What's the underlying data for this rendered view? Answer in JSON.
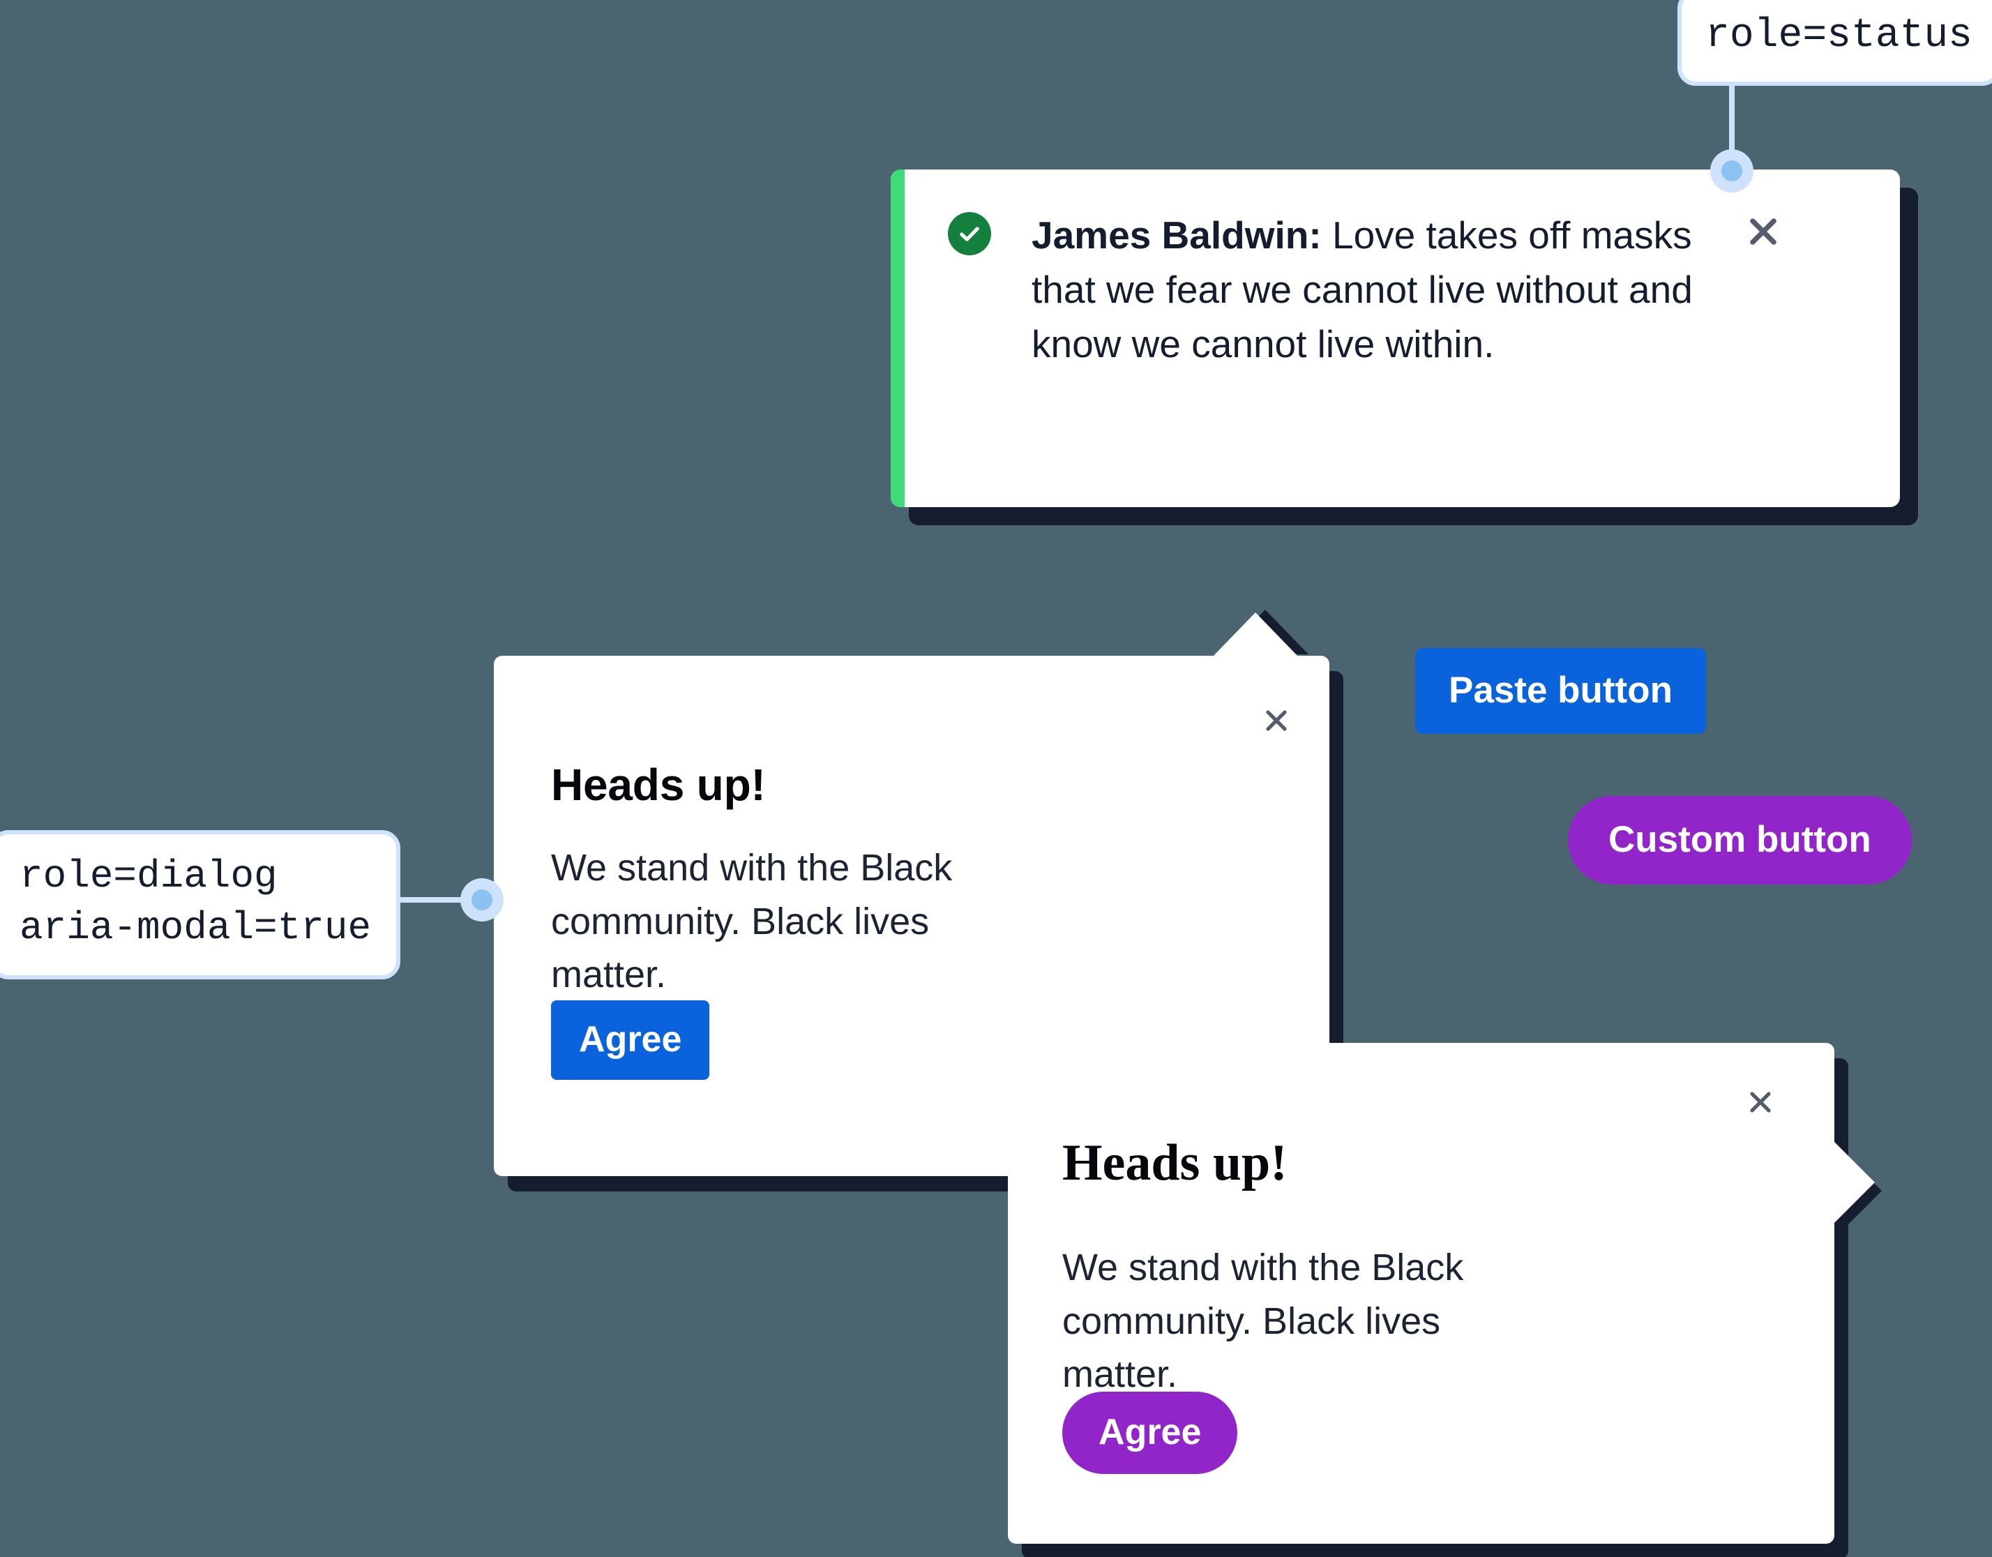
{
  "background_color": "#4a6570",
  "annotations": [
    {
      "id": "status",
      "text": "role=status"
    },
    {
      "id": "dialog",
      "text": "role=dialog\naria-modal=true"
    }
  ],
  "toast": {
    "status_icon": "check-circle-icon",
    "speaker": "James Baldwin:",
    "quote": " Love takes off masks that we fear we cannot live without and know we cannot live within.",
    "close_icon": "close-icon",
    "accent_color": "#3ddc76",
    "icon_color": "#13803d"
  },
  "dialog_one": {
    "title": "Heads up!",
    "body": "We stand with the Black community. Black lives matter.",
    "agree_label": "Agree",
    "close_icon": "close-icon",
    "button_color": "#0b62dd"
  },
  "dialog_two": {
    "title": "Heads up!",
    "body": "We stand with the Black community. Black lives matter.",
    "agree_label": "Agree",
    "close_icon": "close-icon",
    "button_color": "#9225ca"
  },
  "buttons": {
    "paste_label": "Paste button",
    "paste_color": "#0b62dd",
    "custom_label": "Custom button",
    "custom_color": "#9225ca"
  },
  "connector_color": "#cfe2fb",
  "connector_dot_color": "#8cc2f2"
}
